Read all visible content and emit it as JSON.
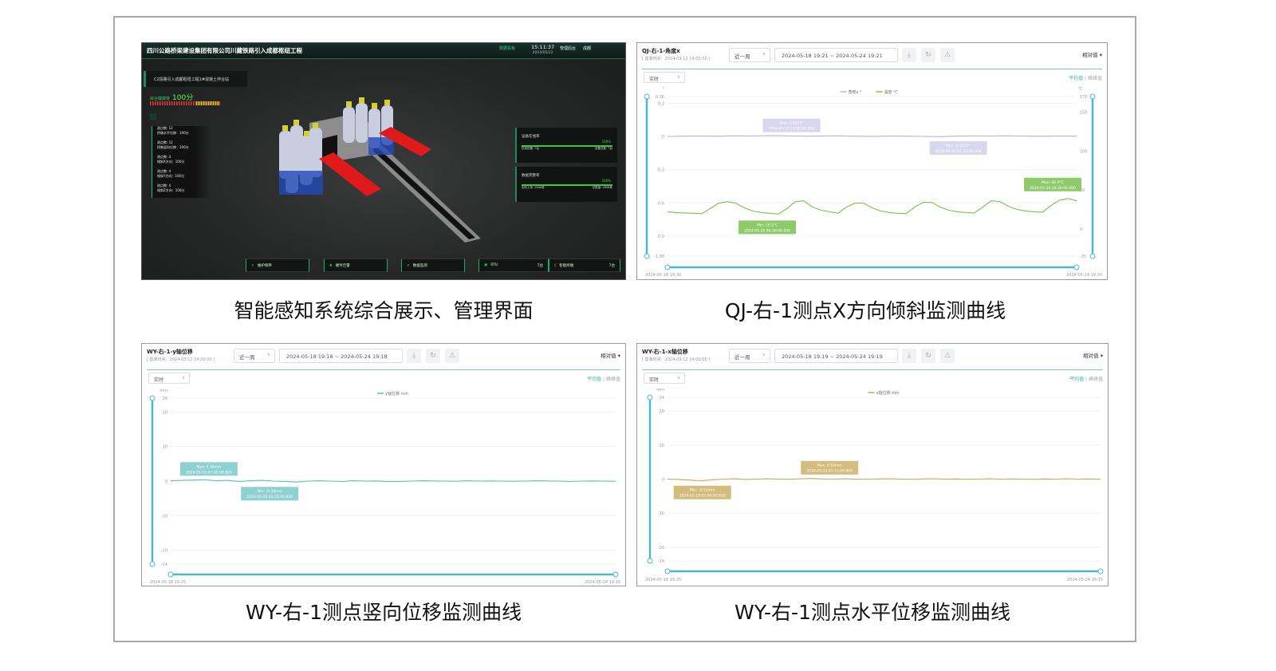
{
  "captions": [
    "智能感知系统综合展示、管理界面",
    "QJ-右-1测点X方向倾斜监测曲线",
    "WY-右-1测点竖向位移监测曲线",
    "WY-右-1测点水平位移监测曲线"
  ],
  "dashboard": {
    "title": "四川公路桥梁建设集团有限公司川藏铁路引入成都枢纽工程",
    "header_items": [
      "数据看板",
      "管理后台",
      "成都"
    ],
    "time": "15:11:37",
    "date": "2024/05/22",
    "site": "C2段路引入成都枢纽工程1#混凝土拌合站",
    "score_label": "综合健康度",
    "score": "100分",
    "list": [
      {
        "a": "测点数: 12",
        "b": "桥墩水平位移：100分"
      },
      {
        "a": "测点数: 12",
        "b": "桥墩竖向位移：100分"
      },
      {
        "a": "测点数: 4",
        "b": "倾斜X方向：100分"
      },
      {
        "a": "测点数: 4",
        "b": "倾斜Y方向：100分"
      },
      {
        "a": "测点数: 4",
        "b": "倾斜Z方向：100分"
      }
    ],
    "panels": [
      {
        "label": "设备在线率",
        "pct": "100%",
        "l": "在线设备: 7台",
        "r": "设备总数: 7台"
      },
      {
        "label": "数据完整率",
        "pct": "100%",
        "l": "实际上传: 2658条",
        "r": "总数量: 2658条"
      }
    ],
    "buttons": [
      {
        "label": "维护保养",
        "count": ""
      },
      {
        "label": "硬件告警",
        "count": ""
      },
      {
        "label": "数据监测",
        "count": ""
      },
      {
        "label": "RTU",
        "count": "7台"
      },
      {
        "label": "智能终端",
        "count": "7台"
      }
    ],
    "accent": "#2fd17a"
  },
  "charts": [
    {
      "title": "QJ-右-1-角度x",
      "base": "[ 基准时间：2024-03-12 14:00:00 ]",
      "period": "近一周",
      "range": "2024-05-18 19:21  ~  2024-05-24 19:21",
      "mode": "相对值 ▾",
      "realtime": "实时",
      "avg": "平均值",
      "pp": "峰峰值",
      "chart_data": {
        "type": "line",
        "x_start": "2024-05-18 19:30",
        "x_end": "2024-05-24 19:00",
        "start_label": "2024-05-18 19:30",
        "end_label": "2024-05-24 19:00",
        "y_unit": "°",
        "y2_unit": "℃",
        "ylim": [
          -1.08,
          0.36
        ],
        "yticks": [
          0.36,
          0.3,
          0,
          -0.3,
          -0.6,
          -0.9,
          -1.08
        ],
        "y2lim": [
          -35,
          170
        ],
        "y2ticks": [
          170,
          150,
          100,
          50,
          0,
          -35
        ],
        "series": [
          {
            "name": "角度x °",
            "axis": "left",
            "color": "#b9b6dc",
            "values": [
              0,
              0.003,
              0.004,
              0.002,
              0.006,
              0.004,
              0.008,
              0.005,
              0.003,
              0.004,
              0.006,
              0.002,
              0.001,
              0.004,
              0.003,
              0.0,
              -0.002,
              0.003,
              0.005,
              0.004,
              0.006,
              0.003,
              0.002,
              0.004,
              0.003
            ]
          },
          {
            "name": "温度 ℃",
            "axis": "right",
            "color": "#7cc04b",
            "values": [
              22,
              21,
              20.5,
              20,
              19.5,
              26,
              33,
              35,
              33,
              27,
              23,
              21,
              20,
              19,
              26,
              35,
              36,
              28,
              24,
              22,
              20,
              28,
              33,
              33,
              27,
              23,
              21,
              20,
              19.5,
              28,
              34,
              34,
              28,
              24,
              22,
              21,
              20.5,
              28,
              36,
              35,
              29,
              25,
              23,
              22,
              21.5,
              30,
              37,
              39,
              36
            ]
          }
        ],
        "annotations": [
          {
            "text": "Max: 0.0029°",
            "time": "2024-05-20 15:00:00.000",
            "series": 0,
            "value": 0.003,
            "color": "#d9d6ef",
            "dy": -14
          },
          {
            "text": "Min: -0.0119°",
            "time": "2024-05-23 01:30:00.000",
            "series": 0,
            "value": 0,
            "color": "#d9d6ef",
            "dy": 14
          },
          {
            "text": "Min: 10.5°C",
            "time": "2024-05-20 06:30:00.000",
            "series": 1,
            "value": 19,
            "color": "#8fca6a",
            "dy": 16
          },
          {
            "text": "Max: 46.9°C",
            "time": "2024-05-24 14:30:00.000",
            "series": 1,
            "value": 39,
            "color": "#8fca6a",
            "dy": -18
          }
        ]
      }
    },
    {
      "title": "WY-右-1-y轴位移",
      "base": "[ 基准时间：2024-03-12 14:00:00 ]",
      "period": "近一周",
      "range": "2024-05-18 19:18  ~  2024-05-24 19:18",
      "mode": "相对值 ▾",
      "realtime": "实时",
      "avg": "平均值",
      "pp": "峰峰值",
      "chart_data": {
        "type": "line",
        "x_start": "2024-05-18 19:25",
        "x_end": "2024-05-24 19:15",
        "start_label": "2024-05-18 19:25",
        "end_label": "2024-05-24 19:15",
        "y_unit": "mm",
        "ylim": [
          -24,
          24
        ],
        "yticks": [
          24,
          20,
          10,
          0,
          -10,
          -20,
          -24
        ],
        "series": [
          {
            "name": "y轴位移 mm",
            "axis": "left",
            "color": "#56c1c4",
            "values": [
              0.1,
              0.2,
              0.3,
              0.39,
              0.1,
              0.2,
              -0.1,
              0.1,
              0.2,
              0.0,
              -0.1,
              -0.28,
              0.0,
              0.1,
              0.0,
              -0.1,
              0.1,
              0.0,
              0.05,
              -0.1,
              -0.15,
              0.0,
              0.1,
              0.05,
              0.0,
              -0.05,
              0.1,
              0.0,
              0.05,
              0.0,
              -0.05,
              0.0,
              0.1,
              0.05,
              0.0,
              -0.1,
              0.0,
              0.05,
              0.0,
              -0.05
            ]
          }
        ],
        "annotations": [
          {
            "text": "Max: 0.39mm",
            "time": "2024-05-19 07:45:00.820",
            "series": 0,
            "value": 0.39,
            "color": "#8fd0d1",
            "dy": -14
          },
          {
            "text": "Min: -0.28mm",
            "time": "2024-05-20 03:25:00.820",
            "series": 0,
            "value": -0.28,
            "color": "#8fd0d1",
            "dy": 14
          }
        ]
      }
    },
    {
      "title": "WY-右-1-x轴位移",
      "base": "[ 基准时间：2024-03-12 14:00:00 ]",
      "period": "近一周",
      "range": "2024-05-18 19:19  ~  2024-05-24 19:19",
      "mode": "相对值 ▾",
      "realtime": "实时",
      "avg": "平均值",
      "pp": "峰峰值",
      "chart_data": {
        "type": "line",
        "x_start": "2024-05-18 19:25",
        "x_end": "2024-05-24 19:15",
        "start_label": "2024-05-18 19:25",
        "end_label": "2024-05-24 19:15",
        "y_unit": "mm",
        "ylim": [
          -24,
          24
        ],
        "yticks": [
          24,
          20,
          10,
          0,
          -10,
          -20,
          -24
        ],
        "series": [
          {
            "name": "x轴位移 mm",
            "axis": "left",
            "color": "#c9a95a",
            "values": [
              0.0,
              -0.1,
              -0.3,
              -0.52,
              -0.2,
              0.0,
              0.1,
              -0.1,
              0.0,
              0.1,
              0.0,
              -0.05,
              0.1,
              0.18,
              0.05,
              0.0,
              0.1,
              -0.05,
              0.0,
              0.05,
              0.1,
              0.0,
              -0.05,
              0.05,
              0.1,
              0.0,
              0.05,
              -0.05,
              0.0,
              0.1,
              0.0,
              0.05,
              0.0,
              -0.05,
              0.05,
              0.0,
              0.1,
              0.0,
              0.05,
              0.0
            ]
          }
        ],
        "annotations": [
          {
            "text": "Max: 0.18mm",
            "time": "2024-05-21 01:15:00.820",
            "series": 0,
            "value": 0.18,
            "color": "#d4bc7e",
            "dy": -14
          },
          {
            "text": "Min: -0.52mm",
            "time": "2024-05-19 07:00:00.820",
            "series": 0,
            "value": -0.52,
            "color": "#d4bc7e",
            "dy": 14
          }
        ]
      }
    }
  ]
}
